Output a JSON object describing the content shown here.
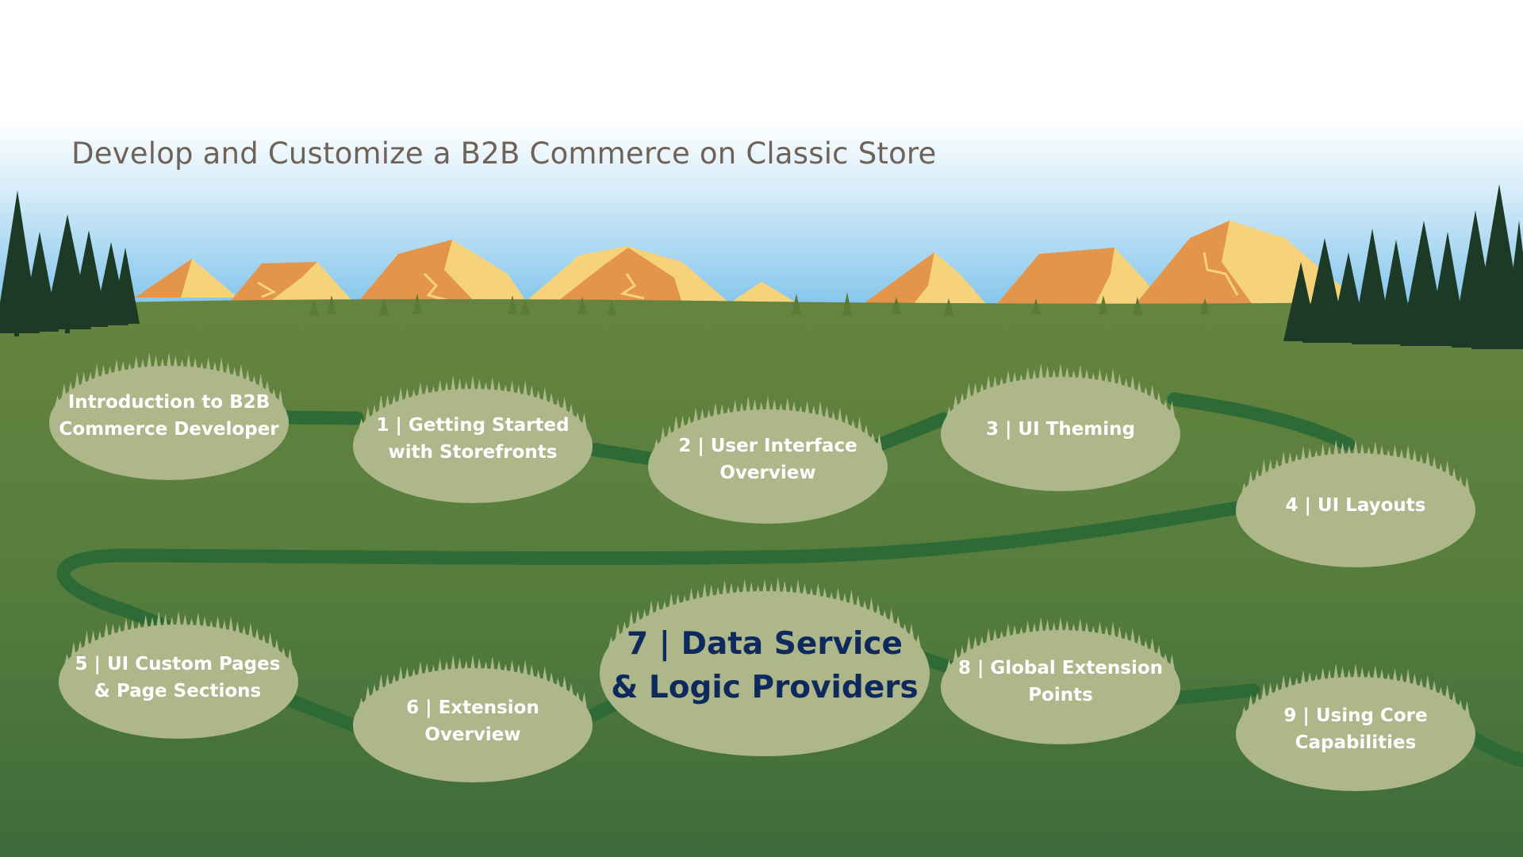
{
  "header": {
    "title": "Develop and Customize a B2B Commerce on Classic Store"
  },
  "path": {
    "current_step": "7 | Data Service\n& Logic Providers",
    "steps": [
      {
        "id": "intro",
        "label": "Introduction to B2B\nCommerce Developer"
      },
      {
        "id": "step-1",
        "label": "1 | Getting Started\nwith Storefronts"
      },
      {
        "id": "step-2",
        "label": "2 | User Interface\nOverview"
      },
      {
        "id": "step-3",
        "label": "3 | UI Theming"
      },
      {
        "id": "step-4",
        "label": "4 | UI Layouts"
      },
      {
        "id": "step-5",
        "label": "5 | UI Custom Pages\n& Page Sections"
      },
      {
        "id": "step-6",
        "label": "6 | Extension\nOverview"
      },
      {
        "id": "step-7",
        "label": "7 | Data Service\n& Logic Providers"
      },
      {
        "id": "step-8",
        "label": "8 | Global Extension\nPoints"
      },
      {
        "id": "step-9",
        "label": "9 | Using Core\nCapabilities"
      }
    ]
  },
  "colors": {
    "sky_top": "#ffffff",
    "sky_bottom": "#7fc3ec",
    "mountain_light": "#f6d37a",
    "mountain_dark": "#e4954c",
    "meadow_top": "#66843f",
    "meadow_bottom": "#3f6e3b",
    "trail": "#2e6a35",
    "clearing": "#adb789",
    "trees": "#1c3a26",
    "current_text": "#0e2a5c"
  }
}
